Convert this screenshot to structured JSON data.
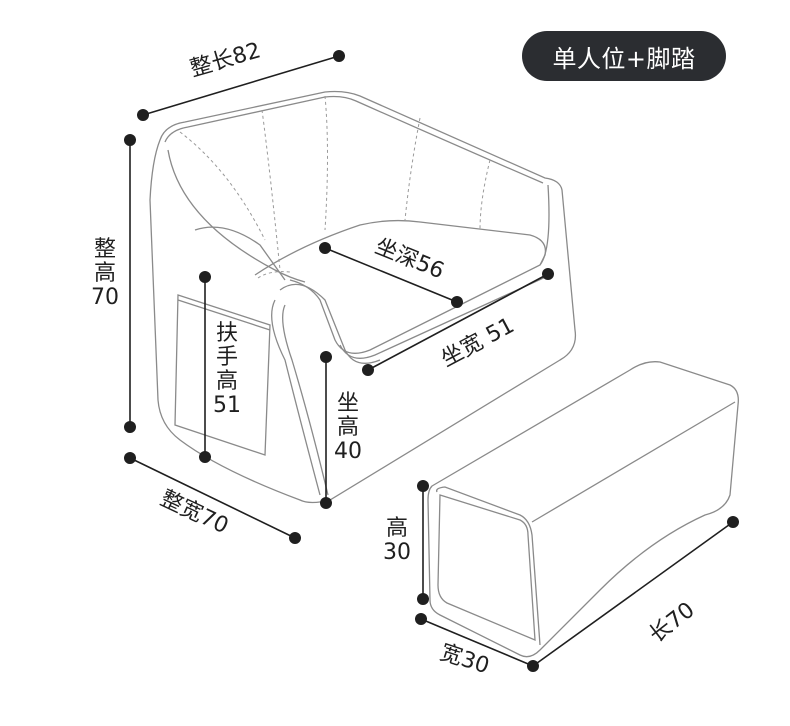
{
  "badge": {
    "label": "单人位+脚踏"
  },
  "colors": {
    "badge_bg": "#2b2d31",
    "badge_text": "#ffffff",
    "line": "#1f1f1f",
    "outline": "#8a8a8a"
  },
  "dimensions": {
    "overall_length": {
      "label": "整长",
      "value": "82"
    },
    "overall_height": {
      "label_line1": "整",
      "label_line2": "高",
      "value": "70"
    },
    "armrest_height": {
      "label_line1": "扶",
      "label_line2": "手",
      "label_line3": "高",
      "value": "51"
    },
    "seat_depth": {
      "label": "坐深",
      "value": "56"
    },
    "seat_width": {
      "label": "坐宽",
      "value": "51"
    },
    "seat_height": {
      "label_line1": "坐",
      "label_line2": "高",
      "value": "40"
    },
    "overall_width": {
      "label": "整宽",
      "value": "70"
    },
    "ottoman_height": {
      "label": "高",
      "value": "30"
    },
    "ottoman_width": {
      "label": "宽",
      "value": "30"
    },
    "ottoman_length": {
      "label": "长",
      "value": "70"
    }
  }
}
